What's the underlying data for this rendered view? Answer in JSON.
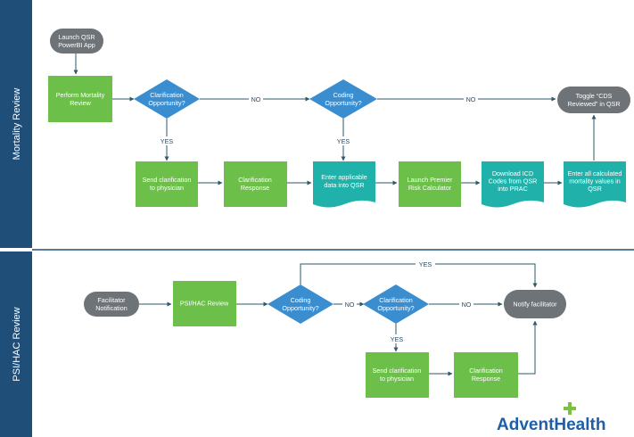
{
  "lanes": [
    {
      "id": "mortality",
      "title": "Mortality Review"
    },
    {
      "id": "psi",
      "title": "PSI/HAC Review"
    }
  ],
  "nodes": {
    "launch_qsr": {
      "lines": [
        "Launch QSR",
        "PowerBI App"
      ]
    },
    "perform_mortality": {
      "lines": [
        "Perform Mortality",
        "Review"
      ]
    },
    "clar_opp_1": {
      "lines": [
        "Clarification",
        "Opportunity?"
      ]
    },
    "coding_opp_1": {
      "lines": [
        "Coding",
        "Opportunity?"
      ]
    },
    "toggle_cds": {
      "lines": [
        "Toggle “CDS",
        "Reviewed” in QSR"
      ]
    },
    "send_clar_1": {
      "lines": [
        "Send clarification",
        "to physician"
      ]
    },
    "clar_resp_1": {
      "lines": [
        "Clarification",
        "Response"
      ]
    },
    "enter_data": {
      "lines": [
        "Enter applicable",
        "data into QSR"
      ]
    },
    "launch_premier": {
      "lines": [
        "Launch Premier",
        "Risk Calculator"
      ]
    },
    "download_icd": {
      "lines": [
        "Download ICD",
        "Codes from QSR",
        "into PRAC"
      ]
    },
    "enter_mortality": {
      "lines": [
        "Enter all calculated",
        "mortality values in",
        "QSR"
      ]
    },
    "facilitator_notif": {
      "lines": [
        "Facilitator",
        "Notification"
      ]
    },
    "psi_review": {
      "lines": [
        "PSI/HAC Review"
      ]
    },
    "coding_opp_2": {
      "lines": [
        "Coding",
        "Opportunity?"
      ]
    },
    "clar_opp_2": {
      "lines": [
        "Clarification",
        "Opportunity?"
      ]
    },
    "notify_facilitator": {
      "lines": [
        "Notify facilitator"
      ]
    },
    "send_clar_2": {
      "lines": [
        "Send clarification",
        "to physician"
      ]
    },
    "clar_resp_2": {
      "lines": [
        "Clarification",
        "Response"
      ]
    }
  },
  "edge_labels": {
    "no_1": "NO",
    "no_2": "NO",
    "yes_1": "YES",
    "yes_2": "YES",
    "yes_top": "YES",
    "no_3": "NO",
    "no_4": "NO",
    "yes_3": "YES"
  },
  "logo": {
    "text": "AdventHealth"
  },
  "colors": {
    "lane_bar": "#1f4e79",
    "process_green": "#6cc04a",
    "decision_blue": "#3a8ed0",
    "document_teal": "#20b2aa",
    "terminator_gray": "#6e7378",
    "connector": "#2e5a6b",
    "logo_blue": "#1e5fa8",
    "logo_green": "#7ac143"
  }
}
